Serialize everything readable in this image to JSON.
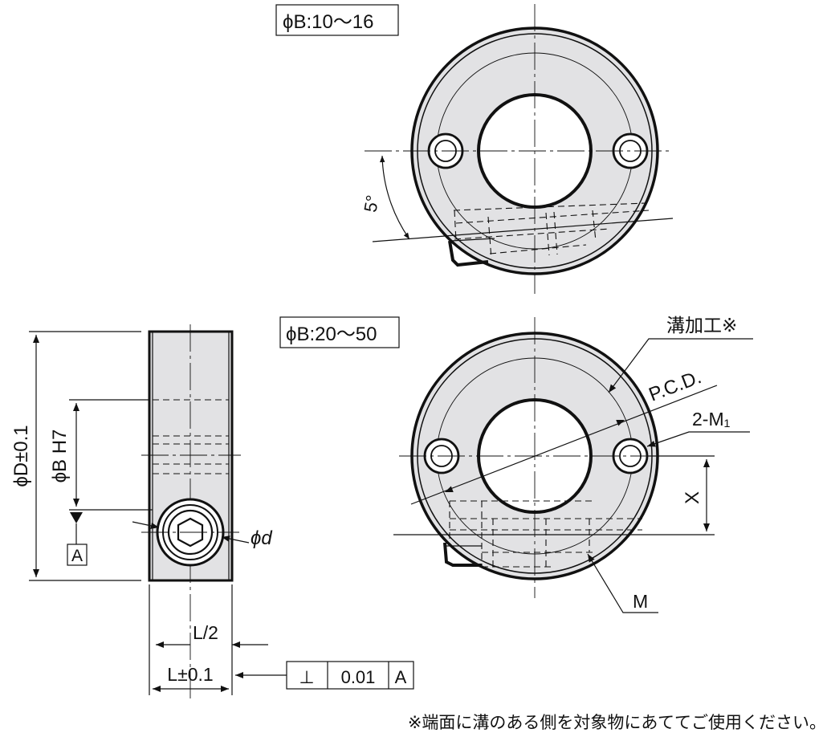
{
  "labels": {
    "range_small": "ϕB:10～16",
    "range_large": "ϕB:20～50",
    "angle": "5°",
    "groove": "溝加工※",
    "pcd": "P.C.D.",
    "m1": "2-M₁",
    "x": "X",
    "m": "M",
    "outer_dia": "ϕD±0.1",
    "bore": "ϕB H7",
    "datum": "A",
    "small_d": "ϕd",
    "half_length": "L/2",
    "length": "L±0.1"
  },
  "tolerance": {
    "symbol": "⊥",
    "value": "0.01",
    "datum": "A"
  },
  "note": "※端面に溝のある側を対象物にあててご使用ください。"
}
